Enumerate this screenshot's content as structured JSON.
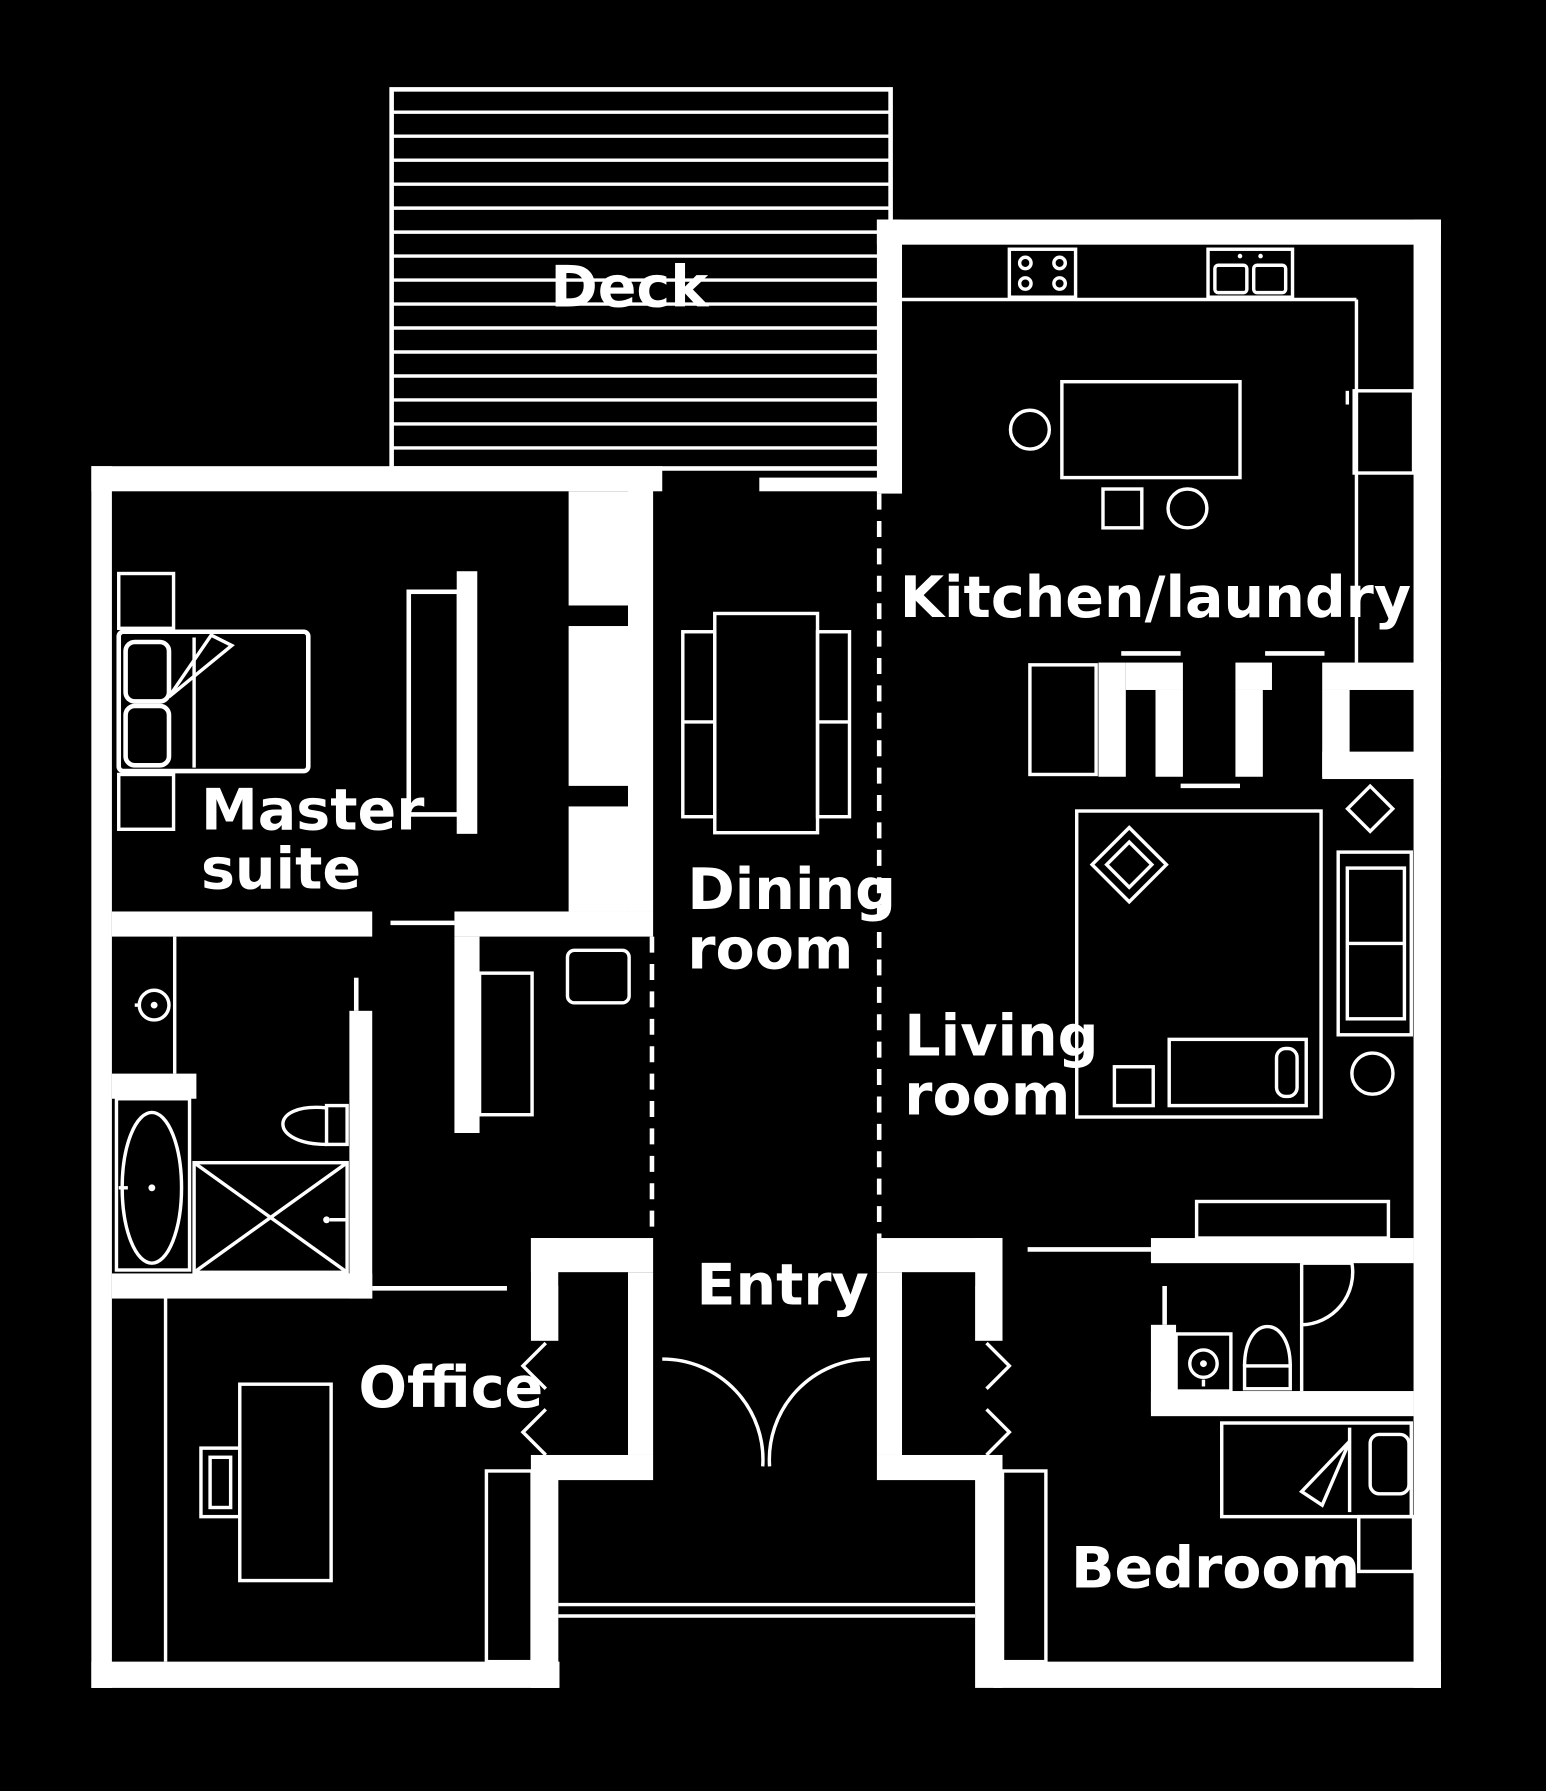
{
  "rooms": {
    "deck": "Deck",
    "kitchen": "Kitchen/laundry",
    "master_line1": "Master",
    "master_line2": "suite",
    "dining_line1": "Dining",
    "dining_line2": "room",
    "living_line1": "Living",
    "living_line2": "room",
    "entry": "Entry",
    "office": "Office",
    "bedroom": "Bedroom"
  },
  "colors": {
    "background": "#000000",
    "lines": "#ffffff"
  }
}
